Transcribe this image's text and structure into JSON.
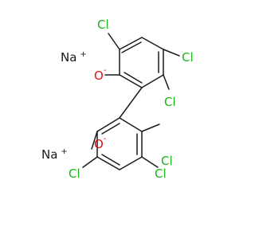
{
  "colors": {
    "bond": "#1a1a1a",
    "chlorine": "#19b319",
    "oxygen": "#e01010",
    "sodium": "#1a1a1a"
  },
  "atoms": {
    "cl_top": "Cl",
    "cl_right": "Cl",
    "cl_mid": "Cl",
    "cl_b1": "Cl",
    "cl_b2": "Cl",
    "cl_b3": "Cl",
    "o_top": "O",
    "o_bottom": "O",
    "na_top": "Na",
    "na_bottom": "Na"
  },
  "charges": {
    "o_top": "-",
    "o_bottom": "-",
    "na_top": "+",
    "na_bottom": "+"
  }
}
